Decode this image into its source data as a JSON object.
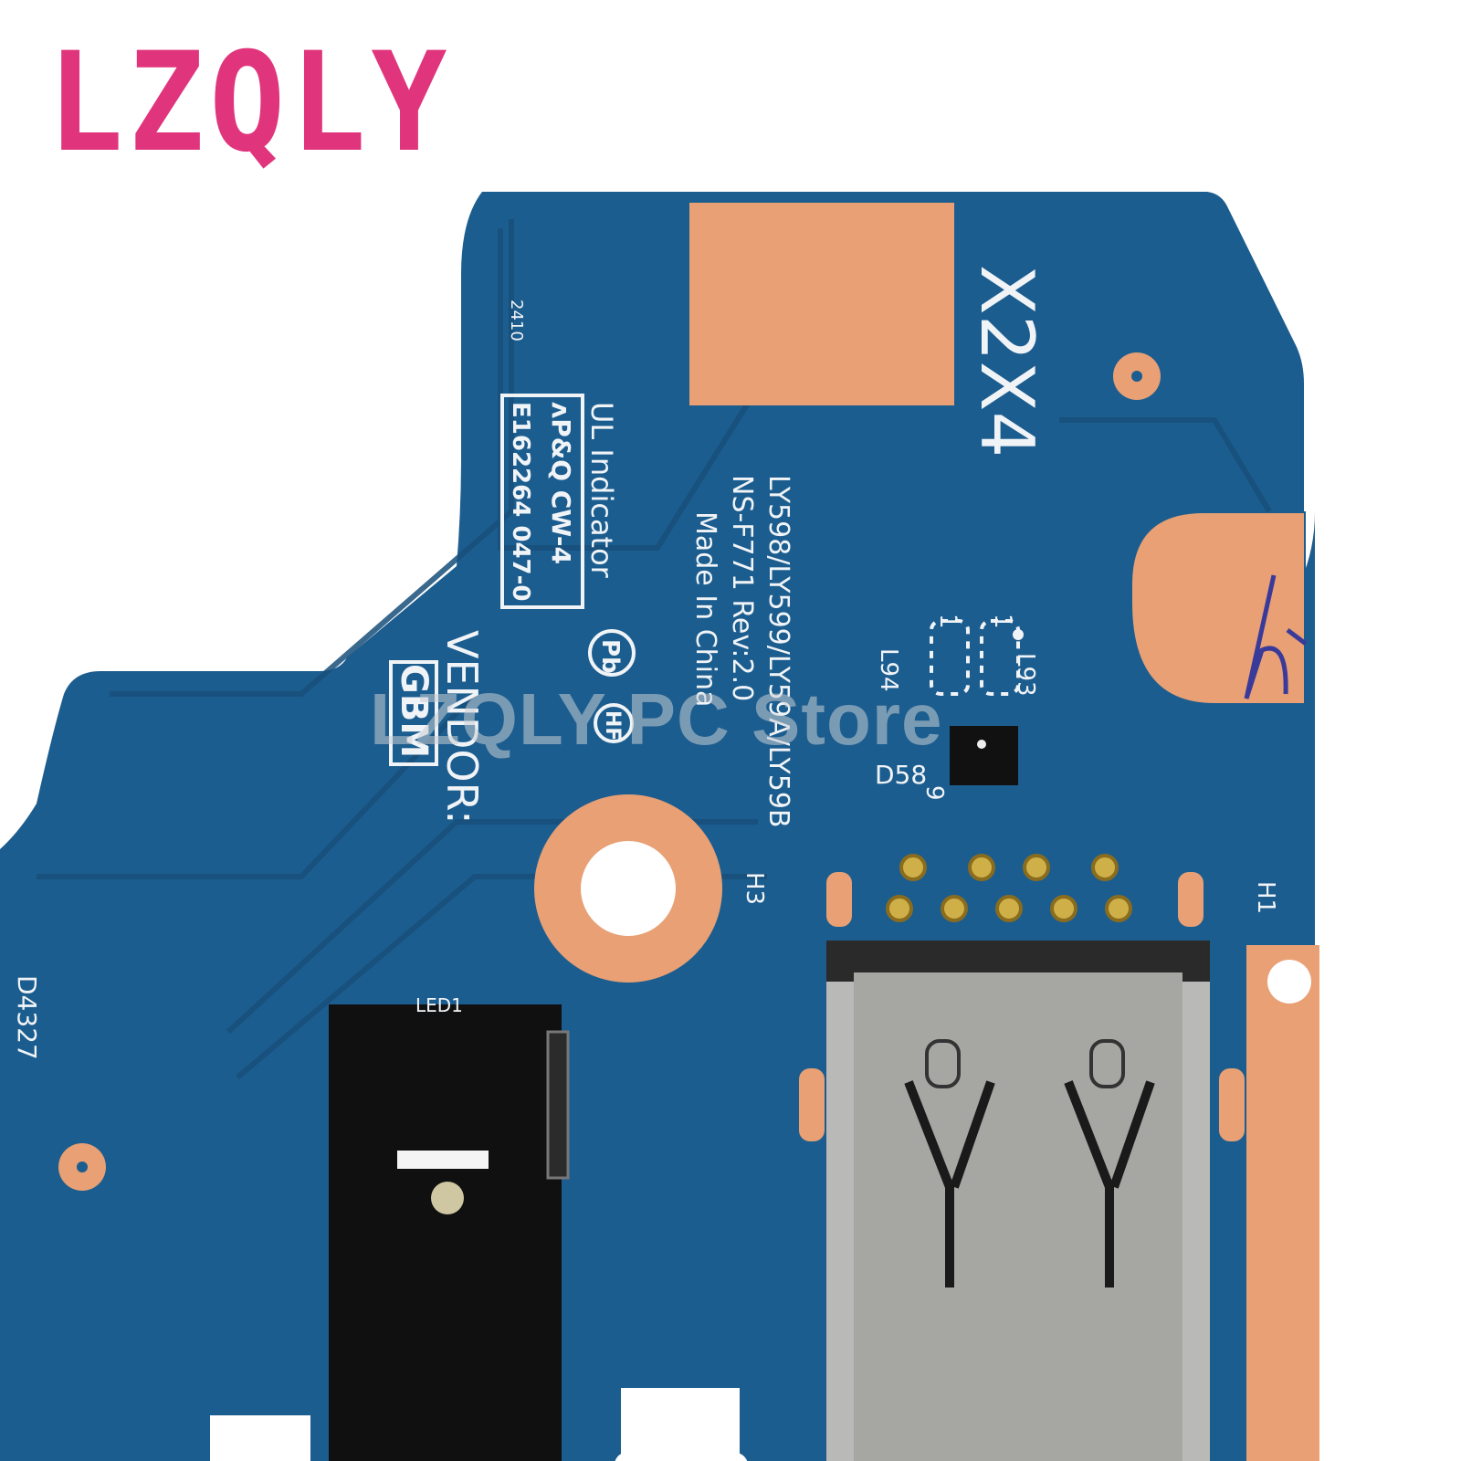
{
  "brand": {
    "logo_text": "LZQLY",
    "color": "#e0357c"
  },
  "watermark": "LZQLY PC Store",
  "board": {
    "pcb_color": "#1c5d8f",
    "pad_color": "#e8a074",
    "labels": {
      "x2x4": "X2X4",
      "date_code": "2410",
      "ul_box_line1": "ʌP&Q CW-4",
      "ul_box_line2": "E162264 047-0",
      "ul_indicator": "UL Indicator",
      "part_line1": "LY598/LY599/LY59A/LY59B",
      "part_line2": "NS-F771 Rev:2.0",
      "part_line3": "Made In China",
      "vendor": "VENDOR:",
      "vendor_code": "GBM",
      "pb_mark": "Pb",
      "hf_mark": "HF",
      "h3": "H3",
      "h1": "H1",
      "l93": "L93",
      "l94": "L94",
      "d58": "D58",
      "d4327": "D4327",
      "pin1a": "1",
      "pin1b": "1",
      "pin9": "9",
      "led": "LED1"
    }
  }
}
